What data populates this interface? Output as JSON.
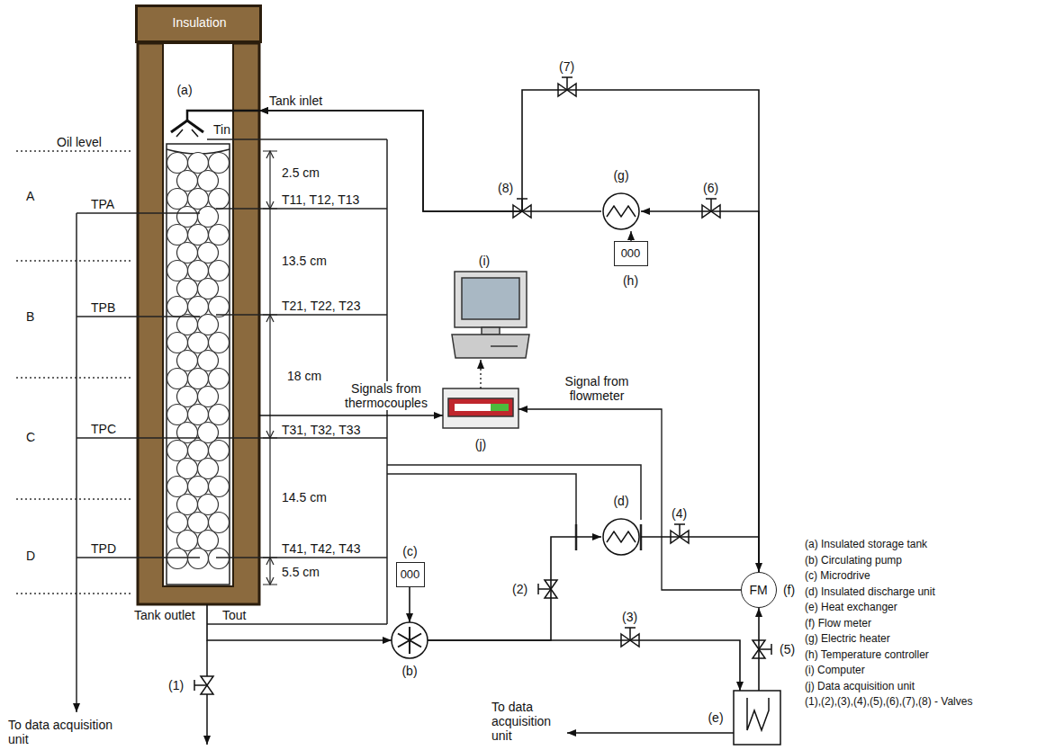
{
  "diagram": {
    "nodes": [
      {
        "text": [
          "Insulation"
        ]
      },
      {
        "text": [
          "(a)"
        ]
      },
      {
        "text": [
          "000",
          "(c)"
        ]
      },
      {
        "text": [
          "(b)"
        ]
      },
      {
        "text": [
          "(d)"
        ]
      },
      {
        "text": [
          "(e)"
        ]
      },
      {
        "text": [
          "FM",
          "(f)"
        ]
      },
      {
        "text": [
          "(g)"
        ]
      },
      {
        "text": [
          "000",
          "(h)"
        ]
      },
      {
        "text": [
          "(i)"
        ]
      },
      {
        "text": [
          "(j)"
        ]
      }
    ],
    "edges": [
      {
        "from": 1,
        "to": 3,
        "arrow": "to"
      },
      {
        "from": 2,
        "to": 3,
        "arrow": "to"
      },
      {
        "from": 3,
        "to": 4,
        "arrow": "to"
      },
      {
        "from": 3,
        "to": 5,
        "arrow": "to"
      },
      {
        "from": 4,
        "to": 6,
        "arrow": "to"
      },
      {
        "from": 5,
        "to": 6,
        "arrow": "to"
      },
      {
        "from": 6,
        "to": 7,
        "arrow": "to"
      },
      {
        "from": 6,
        "to": 1,
        "arrow": "to"
      },
      {
        "from": 7,
        "to": 1,
        "arrow": "to"
      },
      {
        "from": 8,
        "to": 7,
        "arrow": "to"
      },
      {
        "from": 1,
        "to": 10,
        "label": "Signals from thermocouples",
        "arrow": "to"
      },
      {
        "from": 6,
        "to": 10,
        "label": "Signal from flowmeter",
        "arrow": "to"
      },
      {
        "from": 10,
        "to": 9,
        "arrow": "to"
      }
    ],
    "labels": [
      "Tank inlet",
      "Oil level",
      "Tin",
      "2.5 cm",
      "T11, T12, T13",
      "13.5 cm",
      "T21, T22, T23",
      "18 cm",
      "T31, T32, T33",
      "14.5 cm",
      "T41, T42, T43",
      "5.5 cm",
      "A",
      "B",
      "C",
      "D",
      "TPA",
      "TPB",
      "TPC",
      "TPD",
      "Tank outlet",
      "Tout",
      "To data acquisition unit",
      "To data acquisition unit",
      "(1)",
      "(2)",
      "(3)",
      "(4)",
      "(5)",
      "(6)",
      "(7)",
      "(8)",
      "(a) Insulated storage tank",
      "(b) Circulating pump",
      "(c) Microdrive",
      "(d) Insulated discharge unit",
      "(e) Heat exchanger",
      "(f) Flow meter",
      "(g) Electric heater",
      "(h) Temperature controller",
      "(i) Computer",
      "(j) Data acquisition unit",
      "(1),(2),(3),(4),(5),(6),(7),(8) - Valves"
    ]
  }
}
